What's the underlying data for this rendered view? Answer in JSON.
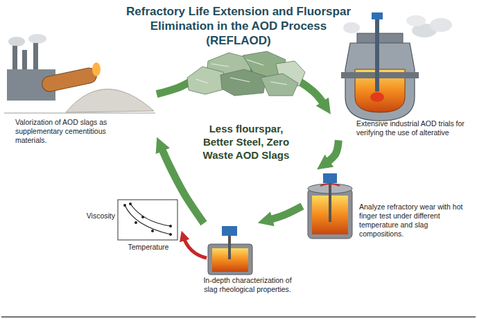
{
  "diagram": {
    "title": "Refractory Life Extension and Fluorspar Elimination in the AOD Process (REFLAOD)",
    "nodes": [
      {
        "text": [
          "Extensive industrial AOD trials for verifying the use of alterative"
        ]
      },
      {
        "text": [
          "Analyze refractory wear with hot finger test under different temperature and slag compositions."
        ]
      },
      {
        "text": [
          "In-depth characterization of slag rheological properties."
        ]
      },
      {
        "text": [
          "Valorization of AOD slags as supplementary cementitious materials."
        ]
      }
    ],
    "edges": [
      {
        "from": 0,
        "to": 1,
        "arrow": "to"
      },
      {
        "from": 1,
        "to": 2,
        "arrow": "to"
      },
      {
        "from": 2,
        "to": 3,
        "arrow": "to"
      },
      {
        "from": 3,
        "to": 0,
        "arrow": "to"
      }
    ],
    "labels": [
      "Less flourspar, Better Steel, Zero Waste AOD Slags",
      "Viscosity",
      "Temperature"
    ]
  }
}
